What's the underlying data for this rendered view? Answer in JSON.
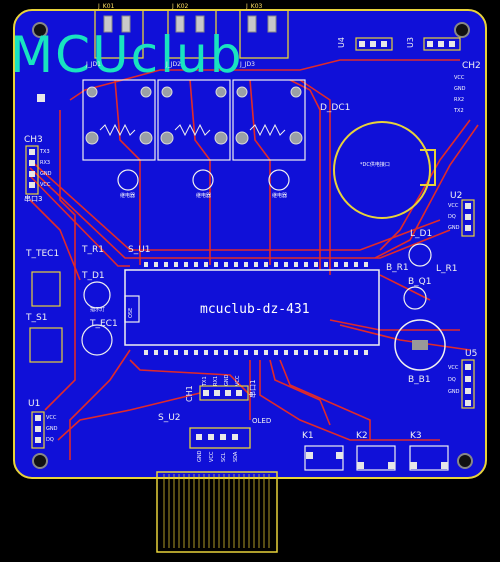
{
  "logo": "MCUclub",
  "board_title": "mcuclub-dz-431",
  "labels": {
    "ch2": "CH2",
    "ch3": "CH3",
    "ch1": "CH1",
    "u4": "U4",
    "u3": "U3",
    "u2": "U2",
    "u5": "U5",
    "u1": "U1",
    "d_dc1": "D_DC1",
    "s_u1": "S_U1",
    "s_u2": "S_U2",
    "oled": "OLED",
    "t_tec1": "T_TEC1",
    "t_r1": "T_R1",
    "t_d1": "T_D1",
    "t_s1": "T_S1",
    "t_ec1": "T_EC1",
    "l_d1": "L_D1",
    "l_r1": "L_R1",
    "b_r1": "B_R1",
    "b_q1": "B_Q1",
    "b_b1": "B_B1",
    "k1": "K1",
    "k2": "K2",
    "k3": "K3",
    "j_k01": "J_K01",
    "j_k02": "J_K02",
    "j_k03": "J_K03",
    "j_jd1": "J_JD1",
    "j_jd2": "J_JD2",
    "j_jd3": "J_JD3",
    "ch2_pins": [
      "VCC",
      "GND",
      "RX2",
      "TX2"
    ],
    "ch3_pins": [
      "TX3",
      "RX3",
      "GND",
      "VCC"
    ],
    "ch3_sub": "串口3",
    "u1_pins": [
      "VCC",
      "GND",
      "DQ"
    ],
    "u2_pins": [
      "VCC",
      "DQ",
      "GND"
    ],
    "u5_pins": [
      "VCC",
      "DQ",
      "GND"
    ],
    "ch1_pins": [
      "TX1",
      "RX1",
      "GND",
      "VCC"
    ],
    "ch1_sub": "串口1",
    "dc_label": "*DC供电接口",
    "oled_pins": [
      "GND",
      "VCC",
      "SCL",
      "SDA"
    ],
    "relay_label": "继电器",
    "led_label": "指示灯",
    "ic_label": "OSE"
  }
}
